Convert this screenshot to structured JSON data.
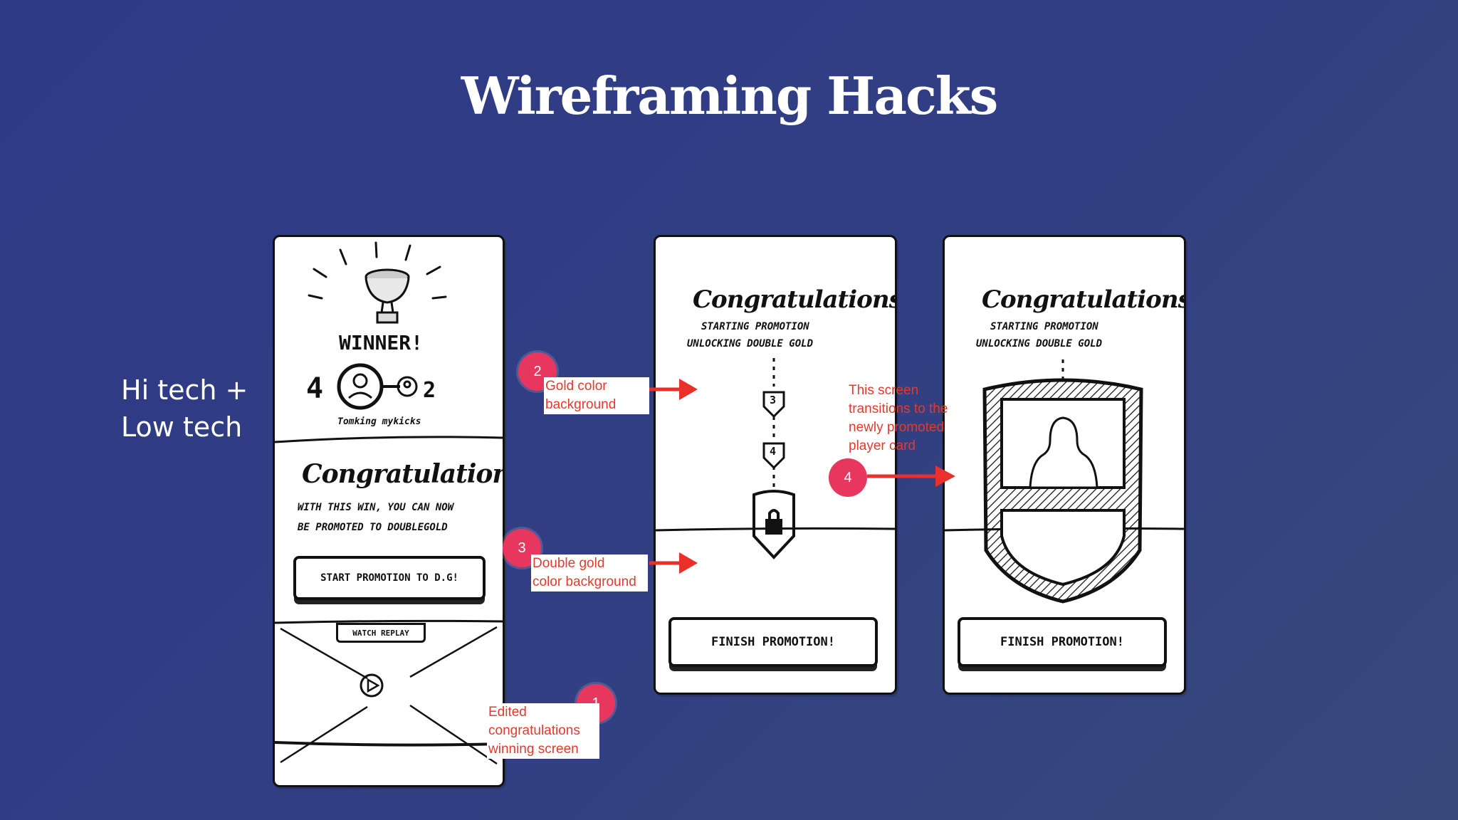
{
  "slide": {
    "title": "Wireframing Hacks",
    "side_label": [
      "Hi tech +",
      "Low tech"
    ]
  },
  "frame1": {
    "winner": "WINNER!",
    "score_left": "4",
    "score_right": "2",
    "players": "Tomking  mykicks",
    "congrats": "Congratulations!",
    "body": [
      "with this win, you can now",
      "be promoted to doublegold"
    ],
    "cta": "Start promotion to D.G!",
    "replay": "Watch replay"
  },
  "frame2": {
    "congrats": "Congratulations!",
    "subtitle": [
      "Starting promotion",
      "unlocking double gold"
    ],
    "steps": [
      "3",
      "4"
    ],
    "cta": "Finish promotion!"
  },
  "frame3": {
    "congrats": "Congratulations!",
    "subtitle": [
      "Starting promotion",
      "unlocking double gold"
    ],
    "cta": "Finish promotion!"
  },
  "annotations": [
    {
      "number": "1",
      "lines": [
        "Edited",
        "congratulations",
        "winning screen"
      ]
    },
    {
      "number": "2",
      "lines": [
        "Gold color",
        "background"
      ]
    },
    {
      "number": "3",
      "lines": [
        "Double gold",
        "color background"
      ]
    },
    {
      "number": "4",
      "lines": [
        "This screen",
        "transitions to the",
        "newly promoted",
        "player card"
      ]
    }
  ],
  "colors": {
    "background_start": "#2d3a86",
    "background_end": "#37497a",
    "badge": "#e8375f",
    "note_text": "#e23a2c",
    "arrow": "#e8312a"
  }
}
